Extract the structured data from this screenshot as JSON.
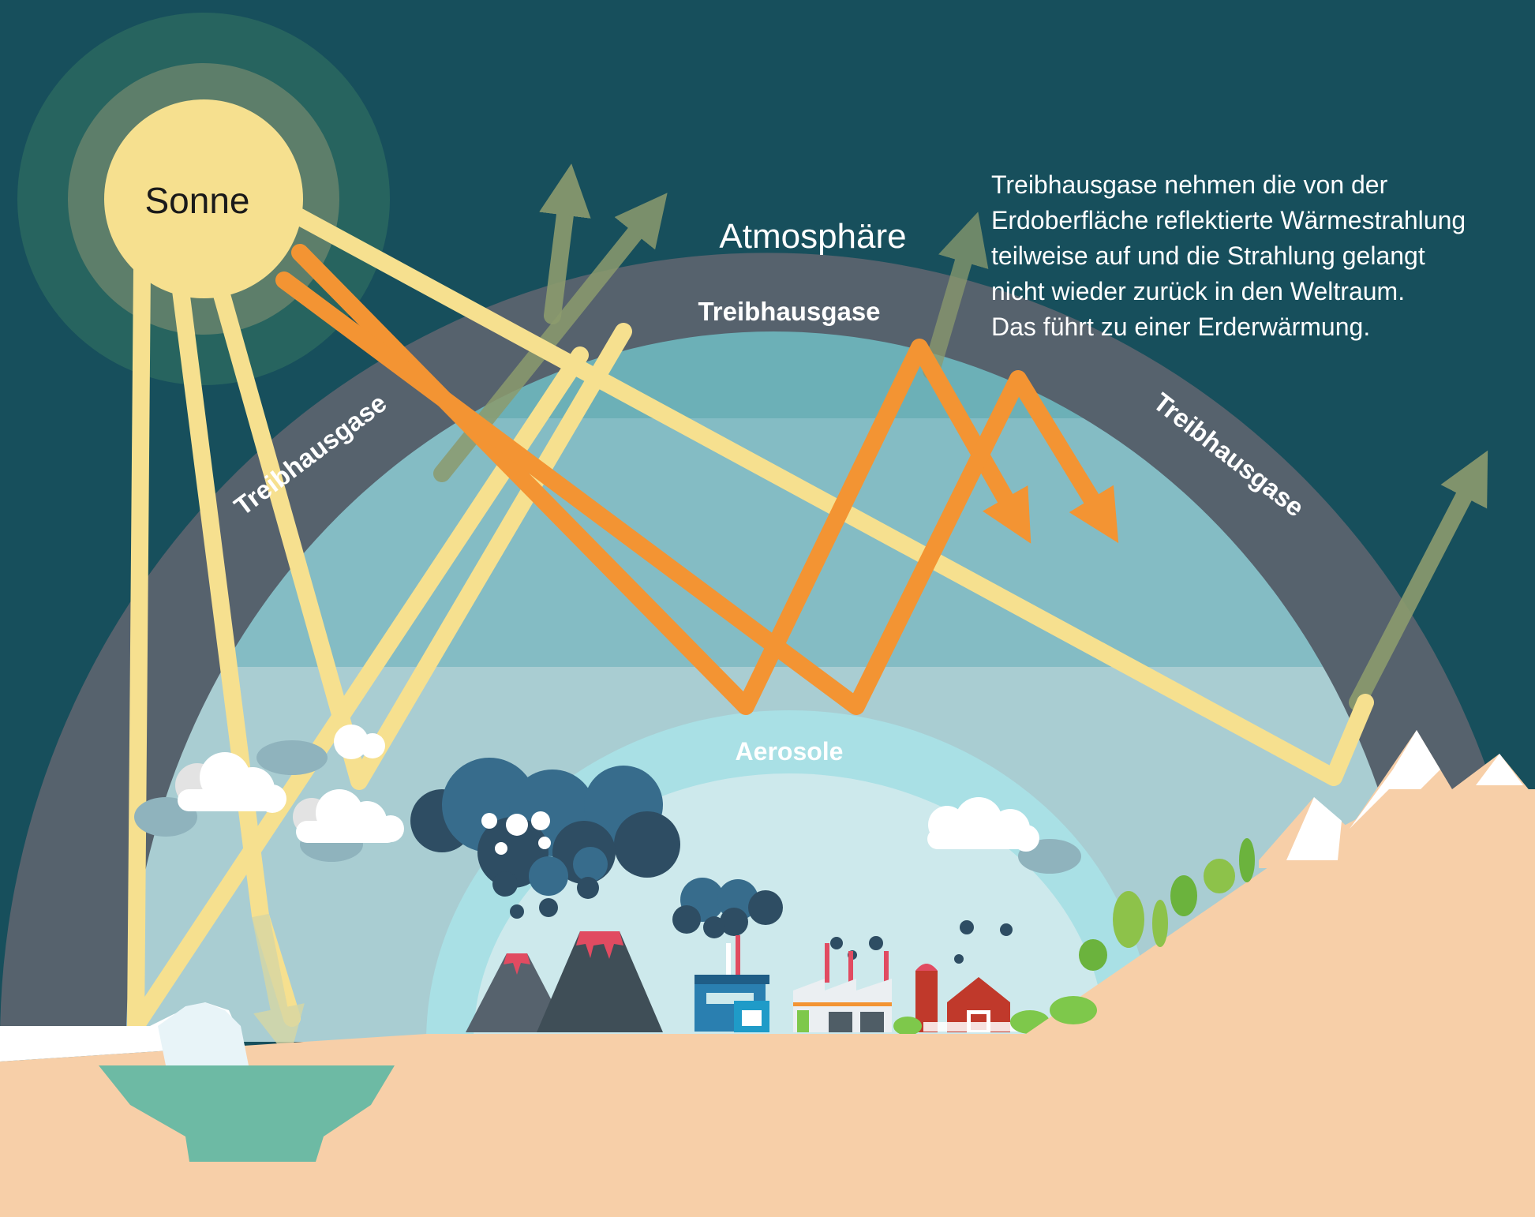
{
  "labels": {
    "sun": "Sonne",
    "atmosphere": "Atmosphäre",
    "gas_left": "Treibhausgase",
    "gas_top": "Treibhausgase",
    "gas_right": "Treibhausgase",
    "aerosols": "Aerosole"
  },
  "info_lines": [
    "Treibhausgase nehmen die von der",
    "Erdoberfläche reflektierte Wärmestrahlung",
    "teilweise auf und die Strahlung gelangt",
    "nicht wieder zurück in den Weltraum.",
    "Das führt zu einer Erderwärmung."
  ],
  "colors": {
    "sky": "#174f5c",
    "gas_band": "#56626d",
    "sun": "#f6e08f",
    "sun_ray": "#f6e08f",
    "heat_ray": "#f39433",
    "escape_ray": "#8c9b6e",
    "ground": "#f7cfa8",
    "water": "#6dbaa4",
    "aerosol_dome": "#a9e0e5"
  }
}
